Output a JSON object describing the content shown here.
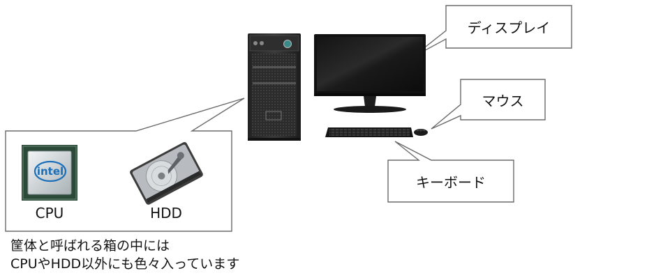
{
  "labels": {
    "display": "ディスプレイ",
    "mouse": "マウス",
    "keyboard": "キーボード"
  },
  "case_components": {
    "cpu": "CPU",
    "hdd": "HDD",
    "cpu_brand": "intel"
  },
  "caption": {
    "line1": "筐体と呼ばれる箱の中には",
    "line2": "CPUやHDD以外にも色々入っています"
  }
}
